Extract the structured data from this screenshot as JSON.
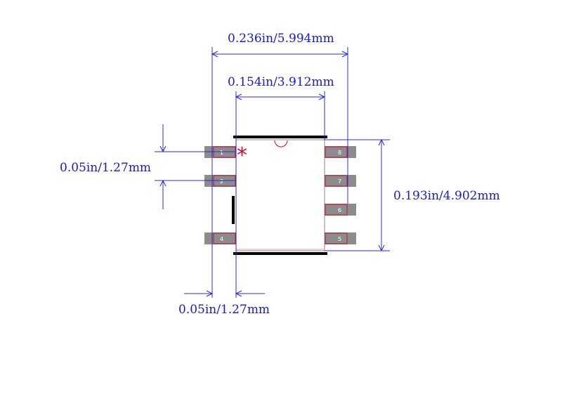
{
  "dimensions": {
    "overall_width": "0.236in/5.994mm",
    "body_width": "0.154in/3.912mm",
    "pitch_vertical": "0.05in/1.27mm",
    "pitch_horizontal": "0.05in/1.27mm",
    "body_length": "0.193in/4.902mm"
  },
  "pins": [
    {
      "number": "1",
      "side": "left"
    },
    {
      "number": "2",
      "side": "left"
    },
    {
      "number": "4",
      "side": "left"
    },
    {
      "number": "8",
      "side": "right"
    },
    {
      "number": "7",
      "side": "right"
    },
    {
      "number": "6",
      "side": "right"
    },
    {
      "number": "5",
      "side": "right"
    }
  ],
  "pin1_marker": "*",
  "colors": {
    "dimension": "#2b2bd9",
    "pad_fill": "#8c8c8c",
    "pad_outline": "#c8102e",
    "silkscreen": "#000000",
    "marker": "#c8102e"
  }
}
